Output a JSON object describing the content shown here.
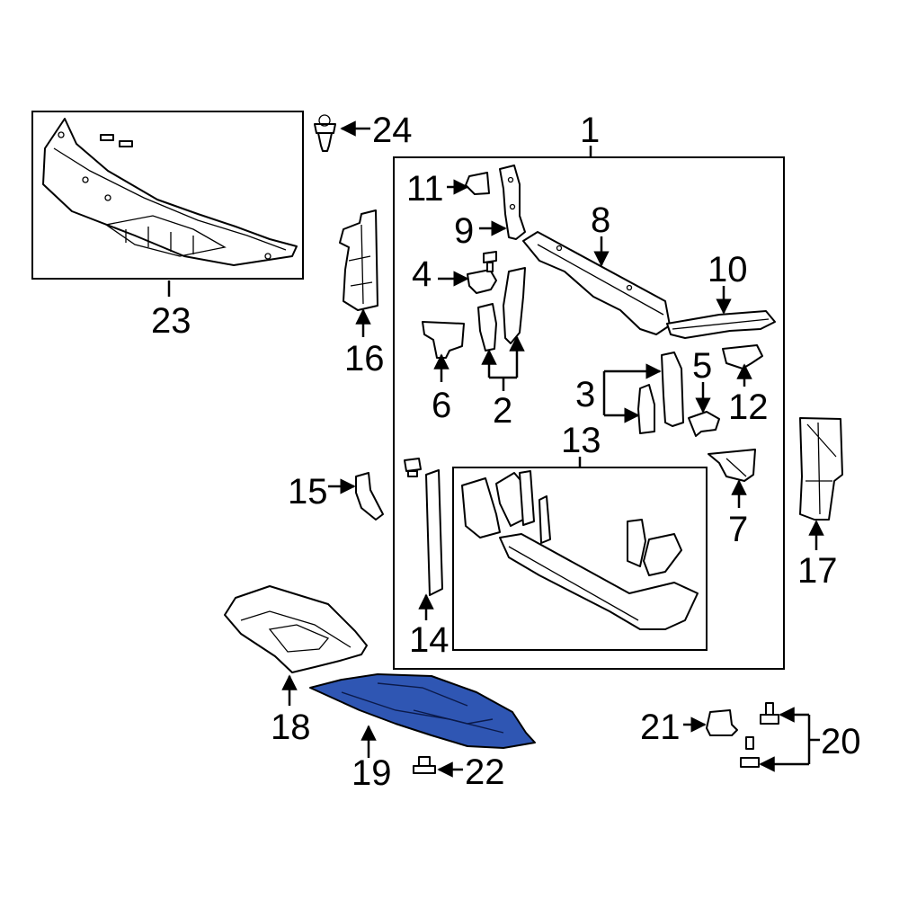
{
  "diagram": {
    "highlight_color": "#2f56b3",
    "highlighted_part": "19",
    "callouts": [
      "1",
      "2",
      "3",
      "4",
      "5",
      "6",
      "7",
      "8",
      "9",
      "10",
      "11",
      "12",
      "13",
      "14",
      "15",
      "16",
      "17",
      "18",
      "19",
      "20",
      "21",
      "22",
      "23",
      "24"
    ]
  }
}
